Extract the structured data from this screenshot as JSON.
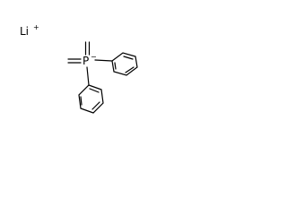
{
  "molecule": {
    "counter_ion": {
      "element": "Li",
      "charge": "+"
    },
    "center_atom": {
      "element": "P",
      "charge": "−"
    },
    "substituents": [
      {
        "name": "methylidene"
      },
      {
        "name": "methylidene"
      },
      {
        "name": "phenyl"
      },
      {
        "name": "phenyl"
      }
    ]
  }
}
